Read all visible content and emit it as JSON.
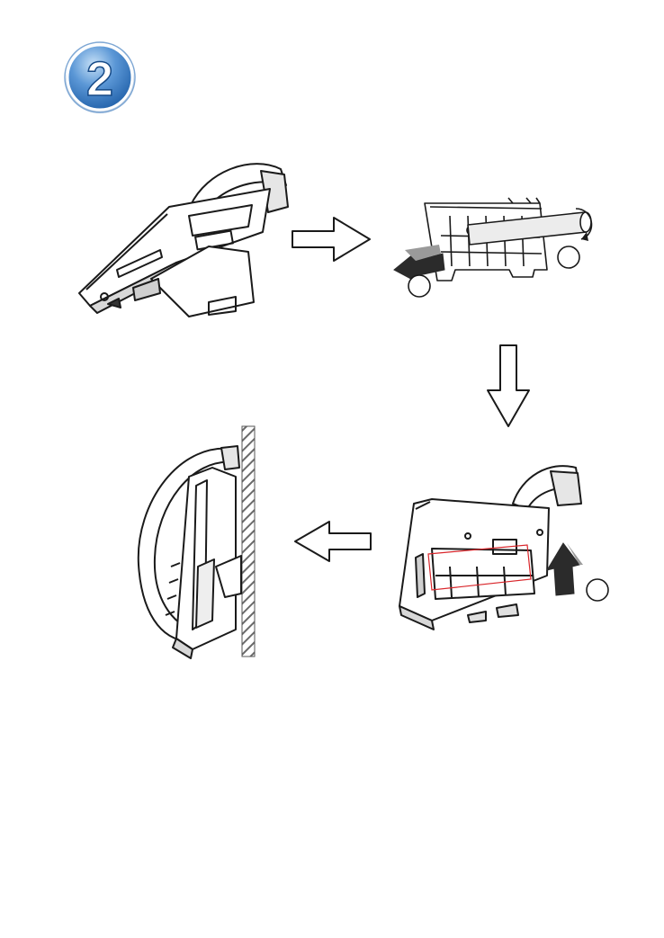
{
  "step": {
    "number": "2"
  },
  "colors": {
    "badge_dark": "#1f5fa8",
    "badge_light": "#9cc6ee",
    "line": "#1a1a1a",
    "wall_hatch": "#555555",
    "arrow_fill": "#ffffff",
    "push_arrow": "#2b2b2b",
    "highlight": "#d9262b"
  },
  "icons": {
    "step_badge": "circle-badge",
    "flow_arrow": "hollow-arrow",
    "push_arrow": "solid-arrow",
    "rotate_arrow": "circular-arrow"
  }
}
